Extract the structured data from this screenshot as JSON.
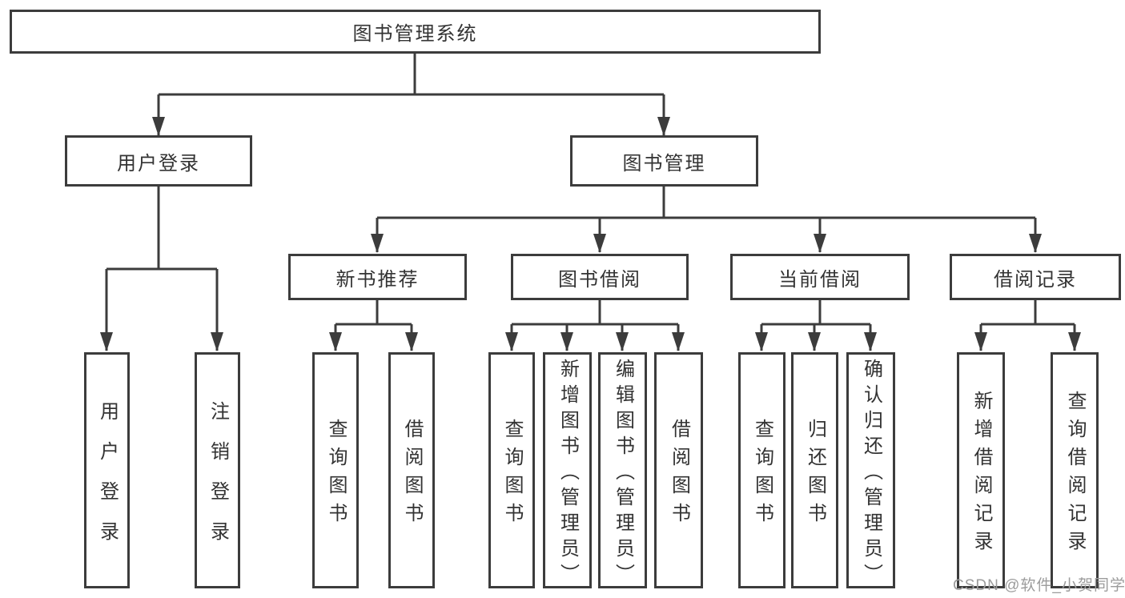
{
  "diagram": {
    "root": {
      "label": "图书管理系统"
    },
    "branches": [
      {
        "label": "用户登录",
        "children": [
          {
            "label": "用户登录"
          },
          {
            "label": "注销登录"
          }
        ]
      },
      {
        "label": "图书管理",
        "groups": [
          {
            "label": "新书推荐",
            "children": [
              {
                "label": "查询图书"
              },
              {
                "label": "借阅图书"
              }
            ]
          },
          {
            "label": "图书借阅",
            "children": [
              {
                "label": "查询图书"
              },
              {
                "label": "新增图书（管理员）"
              },
              {
                "label": "编辑图书（管理员）"
              },
              {
                "label": "借阅图书"
              }
            ]
          },
          {
            "label": "当前借阅",
            "children": [
              {
                "label": "查询图书"
              },
              {
                "label": "归还图书"
              },
              {
                "label": "确认归还（管理员）"
              }
            ]
          },
          {
            "label": "借阅记录",
            "children": [
              {
                "label": "新增借阅记录"
              },
              {
                "label": "查询借阅记录"
              }
            ]
          }
        ]
      }
    ]
  },
  "watermark": {
    "text": "CSDN @软件_小贺同学"
  },
  "colors": {
    "line": "#3c3c3c",
    "text": "#333333",
    "background": "#ffffff",
    "watermark": "#9c9c9c"
  }
}
